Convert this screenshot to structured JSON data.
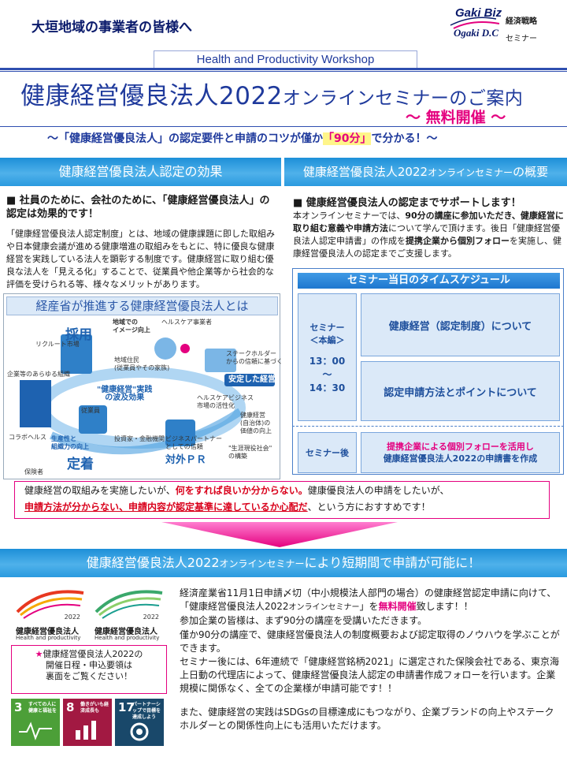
{
  "header": {
    "greeting": "大垣地域の事業者の皆様へ",
    "logo": {
      "brand_top": "Gaki Biz",
      "brand_bottom": "Ogaki D.C",
      "caption_top": "経済戦略",
      "caption_bottom": "セミナー"
    },
    "workshop_label": "Health and Productivity Workshop",
    "title_main": "健康経営優良法人2022",
    "title_suffix": "オンラインセミナーのご案内",
    "free_badge": "～ 無料開催 ～",
    "subtitle_a": "～「健康経営優良法人」の認定要件と申請のコツが僅か",
    "subtitle_highlight": "「90分」",
    "subtitle_b": "で分かる！～"
  },
  "left": {
    "bar_title": "健康経営優良法人認定の効果",
    "heading": "■ 社員のために、会社のために、「健康経営優良法人」の認定は効果的です！",
    "body": "「健康経営優良法人認定制度」とは、地域の健康課題に即した取組みや日本健康会議が進める健康増進の取組みをもとに、特に優良な健康経営を実践している法人を顕彰する制度です。健康経営に取り組む優良な法人を「見える化」することで、従業員や他企業等から社会的な評価を受けられる等、様々なメリットがあります。",
    "meti_title": "経産省が推進する健康経営優良法人とは",
    "info": {
      "recruit": "採用",
      "image_up": "地域での\nイメージ向上",
      "wave": "\"健康経営\"実践\nの波及効果",
      "stable": "安定した経営",
      "fixed": "定着",
      "pr": "対外ＰＲ",
      "prod": "生産性と\n組織力の向上",
      "recruit_co": "リクルート市場",
      "local_gov": "地域住民\n(従業員やその家族)",
      "healthcare": "ヘルスケア事業者",
      "finance": "企業等のあらゆる組織",
      "stakeholder": "ステークホルダー\nからの信頼に基づく",
      "collab": "コラボヘルス",
      "insurer": "保険者",
      "employee": "従業員",
      "investor": "投資家・金融機関",
      "partner": "ビジネスパートナー\nとしての信頼",
      "society": "\"生涯現役社会\"\nの構築",
      "biz": "ヘルスケアビジネス\n市場の活性化",
      "health_value": "健康経営\n(自治体)の\n価値の向上"
    }
  },
  "right": {
    "bar_title": "健康経営優良法人2022",
    "bar_title_small": "オンラインセミナー",
    "bar_title_end": "の概要",
    "heading": "■ 健康経営優良法人の認定までサポートします！",
    "body_1": "本オンラインセミナーでは、",
    "body_2": "90分の講座に参加いただき、健康経営に取り組む意義や申請方法",
    "body_3": "について学んで頂けます。後日「健康経営優良法人認定申請書」の作成を",
    "body_4": "提携企業から個別フォロー",
    "body_5": "を実施し、健康経営優良法人の認定までご支援します。",
    "schedule_title": "セミナー当日のタイムスケジュール",
    "main_label_1": "セミナー",
    "main_label_2": "＜本編＞",
    "time_start": "13：00",
    "time_sep": "～",
    "time_end": "14：30",
    "item_1": "健康経営（認定制度）について",
    "item_2": "認定申請方法とポイントについて",
    "after_label": "セミナー後",
    "after_line1": "提携企業による個別フォローを活用し",
    "after_line2": "健康経営優良法人2022の申請書を作成"
  },
  "recommend": {
    "t1": "健康経営の取組みを実施したいが、",
    "t2": "何をすれば良いか分からない。",
    "t3": "健康優良法人の申請をしたいが、",
    "t4": "申請方法が分からない、申請内容が認定基準に達しているか心配だ",
    "t5": "、という方におすすめです！"
  },
  "bottom": {
    "bar_title": "健康経営優良法人2022",
    "bar_small": "オンラインセミナー",
    "bar_end": "により短期間で申請が可能に！",
    "logo_year": "2022",
    "logo_name": "健康経営優良法人",
    "logo_sub": "Health and productivity",
    "note_line1": "健康経営優良法人2022の",
    "note_line2": "開催日程・申込要領は",
    "note_line3": "裏面をご覧ください！",
    "note_star": "★",
    "sdg3_num": "3",
    "sdg3_txt": "すべての人に健康と福祉を",
    "sdg8_num": "8",
    "sdg8_txt": "働きがいも経済成長も",
    "sdg17_num": "17",
    "sdg17_txt": "パートナーシップで目標を達成しよう",
    "p1_a": "経済産業省11月1日申請〆切（中小規模法人部門の場合）の健康経営認定申請に向けて、「健康経営優良法人2022",
    "p1_small": "オンラインセミナー",
    "p1_b": "」を",
    "p1_pink": "無料開催",
    "p1_c": "致します！！",
    "p2": "参加企業の皆様は、まず90分の講座を受講いただきます。",
    "p3": "僅か90分の講座で、健康経営優良法人の制度概要および認定取得のノウハウを学ぶことができます。",
    "p4": "セミナー後には、6年連続で「健康経営銘柄2021」に選定された保険会社である、東京海上日動の代理店によって、健康経営優良法人認定の申請書作成フォローを行います。企業規模に関係なく、全ての企業様が申請可能です！！",
    "p5": "また、健康経営の実践はSDGsの目標達成にもつながり、企業ブランドの向上やステークホルダーとの関係性向上にも活用いただけます。"
  },
  "colors": {
    "primary": "#1f3a9c",
    "accent": "#e4007f",
    "bar": "#3aa4e4"
  }
}
